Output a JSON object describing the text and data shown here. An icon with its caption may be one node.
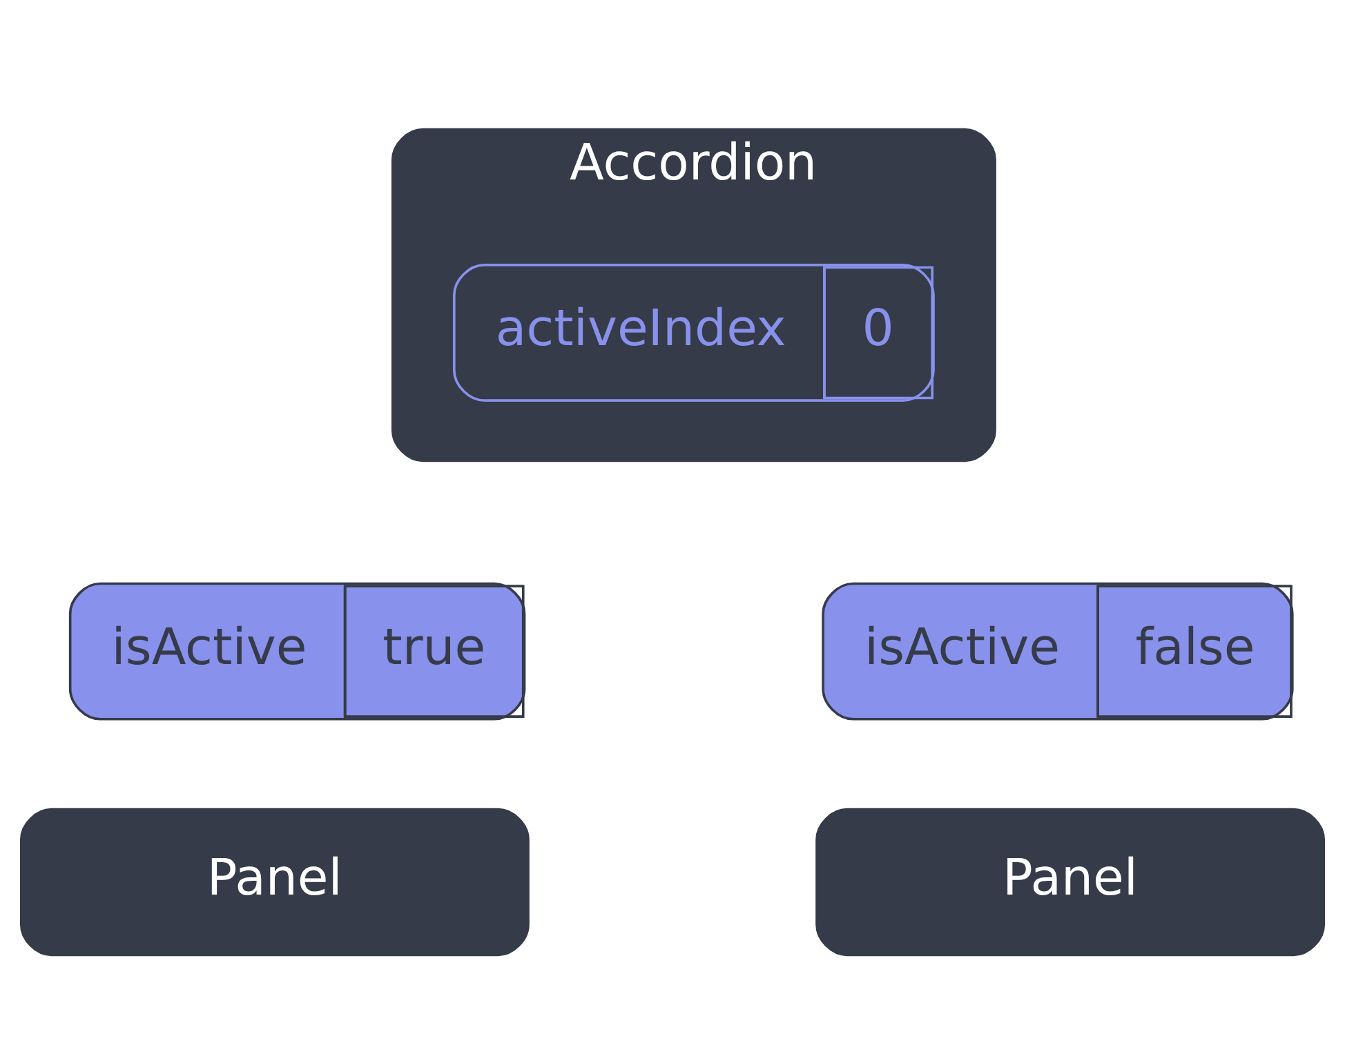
{
  "diagram": {
    "nodes": [
      {
        "text": [
          "Accordion"
        ]
      },
      {
        "text": [
          "activeIndex",
          "0"
        ],
        "in": 0
      },
      {
        "text": [
          "isActive",
          "true"
        ]
      },
      {
        "text": [
          "Panel"
        ]
      },
      {
        "text": [
          "isActive",
          "false"
        ]
      },
      {
        "text": [
          "Panel"
        ]
      }
    ]
  }
}
